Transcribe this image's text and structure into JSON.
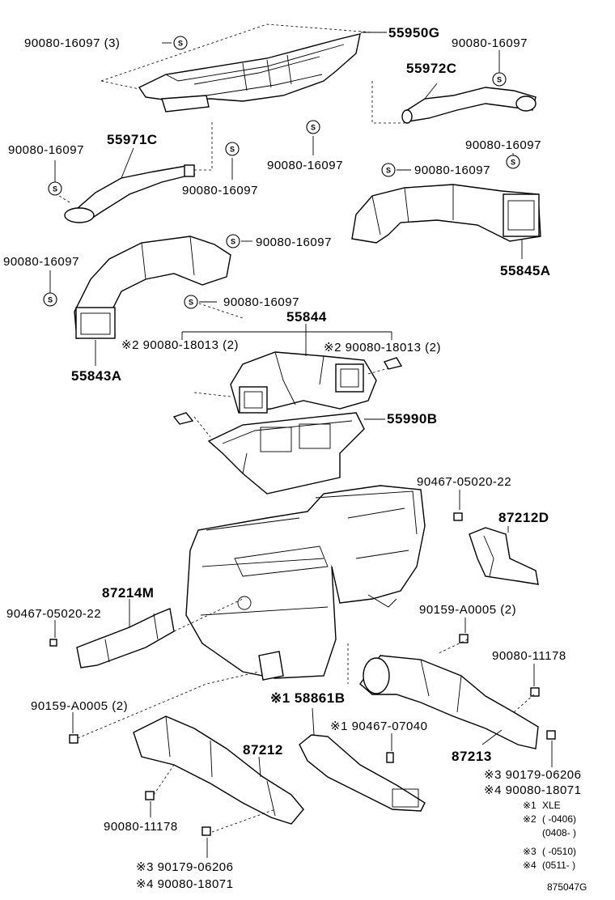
{
  "diagram": {
    "code": "875047G",
    "callouts": [
      {
        "text": "90080-16097 (3)"
      },
      {
        "text": "55950G"
      },
      {
        "text": "90080-16097"
      },
      {
        "text": "55972C"
      },
      {
        "text": "55971C"
      },
      {
        "text": "90080-16097"
      },
      {
        "text": "90080-16097"
      },
      {
        "text": "90080-16097"
      },
      {
        "text": "90080-16097"
      },
      {
        "text": "90080-16097"
      },
      {
        "text": "90080-16097"
      },
      {
        "text": "55845A"
      },
      {
        "text": "90080-16097"
      },
      {
        "text": "90080-16097"
      },
      {
        "text": "55843A"
      },
      {
        "text": "90080-16097"
      },
      {
        "text": "55844"
      },
      {
        "text": "※2 90080-18013 (2)"
      },
      {
        "text": "※2 90080-18013 (2)"
      },
      {
        "text": "55990B"
      },
      {
        "text": "90467-05020-22"
      },
      {
        "text": "87212D"
      },
      {
        "text": "87214M"
      },
      {
        "text": "90467-05020-22"
      },
      {
        "text": "90159-A0005 (2)"
      },
      {
        "text": "90080-11178"
      },
      {
        "text": "90159-A0005 (2)"
      },
      {
        "text": "※1 58861B"
      },
      {
        "text": "※1 90467-07040"
      },
      {
        "text": "87212"
      },
      {
        "text": "87213"
      },
      {
        "text": "※3 90179-06206"
      },
      {
        "text": "※4 90080-18071"
      },
      {
        "text": "90080-11178"
      },
      {
        "text": "※3 90179-06206"
      },
      {
        "text": "※4 90080-18071"
      }
    ],
    "legend": [
      {
        "mark": "※1",
        "text": "XLE"
      },
      {
        "mark": "※2",
        "text": "(      -0406)"
      },
      {
        "mark": "",
        "text": "(0408-      )"
      },
      {
        "mark": "※3",
        "text": "(      -0510)"
      },
      {
        "mark": "※4",
        "text": "(0511-      )"
      }
    ],
    "symbol_label": "S"
  }
}
